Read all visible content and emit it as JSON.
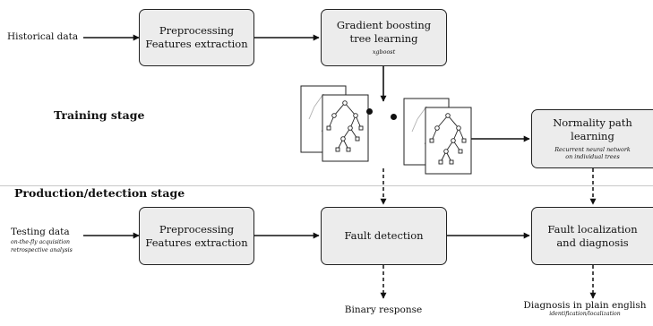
{
  "inputs": {
    "historical": {
      "label": "Historical data"
    },
    "testing": {
      "label": "Testing data",
      "sub1": "on-the-fly acquisition",
      "sub2": "retrospective analysis"
    }
  },
  "boxes": {
    "preprocessing_train": {
      "line1": "Preprocessing",
      "line2": "Features extraction"
    },
    "gradient_boosting": {
      "line1": "Gradient boosting",
      "line2": "tree learning",
      "sub": "xgboost"
    },
    "normality": {
      "line1": "Normality path learning",
      "sub1": "Recurrent neural network",
      "sub2": "on individual trees"
    },
    "preprocessing_test": {
      "line1": "Preprocessing",
      "line2": "Features extraction"
    },
    "fault_detection": {
      "line1": "Fault detection"
    },
    "fault_localization": {
      "line1": "Fault localization",
      "line2": "and diagnosis"
    }
  },
  "stages": {
    "training": "Training stage",
    "production": "Production/detection stage"
  },
  "outputs": {
    "binary": {
      "label": "Binary response"
    },
    "diagnosis": {
      "label": "Diagnosis in plain english",
      "sub": "identification/localization"
    }
  },
  "colors": {
    "box_fill": "#ececec",
    "stroke": "#222222",
    "divider": "#c8c8c8",
    "tree_shadow": "#b0b0b0"
  },
  "icons": {
    "tree": "decision-tree-icon",
    "ellipsis": "ellipsis-dots-icon"
  }
}
